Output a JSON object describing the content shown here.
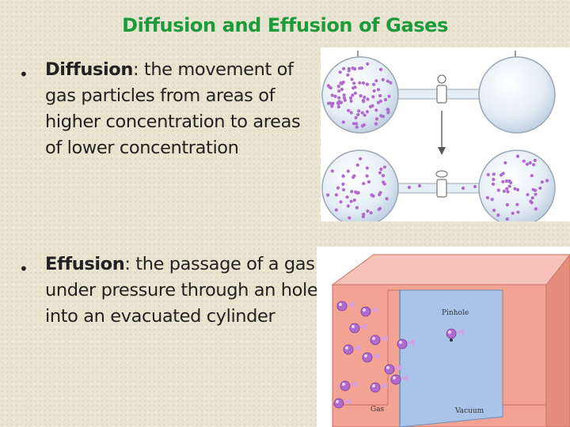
{
  "title": "Diffusion and Effusion of Gases",
  "bullets": [
    {
      "term": "Diffusion",
      "definition": ": the movement of gas particles from areas of higher concentration to areas of lower concentration"
    },
    {
      "term": "Effusion",
      "definition": ": the passage of a gas under pressure through an hole into an evacuated cylinder"
    }
  ],
  "effusion_figure": {
    "pinhole_label": "Pinhole",
    "gas_label": "Gas",
    "vacuum_label": "Vacuum"
  },
  "colors": {
    "title": "#1c9a3c",
    "particle": "#b06ad0",
    "flask_glass": "#dfe8f3",
    "chamber_pink": "#f2a394",
    "vacuum_blue": "#a9c4e8"
  }
}
